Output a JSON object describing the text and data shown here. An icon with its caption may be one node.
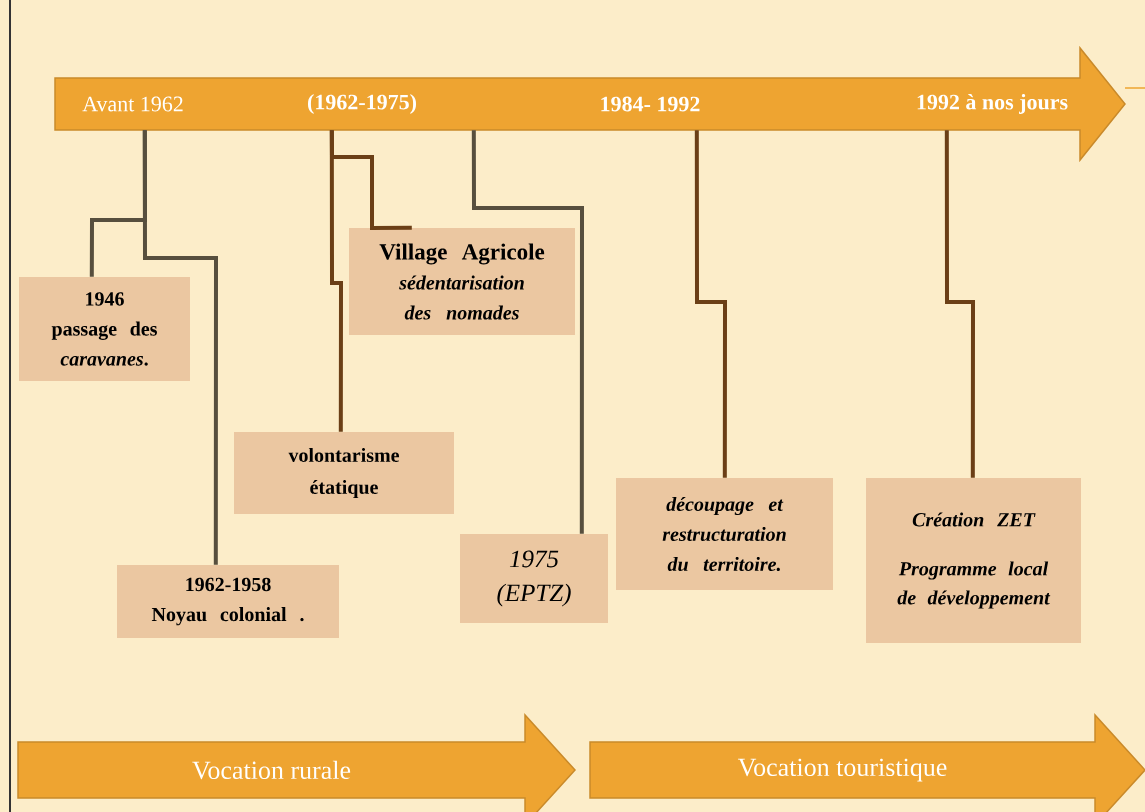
{
  "diagram": {
    "nodes": [
      {
        "text": [
          "Avant 1962",
          "(1962-1975)",
          "1984- 1992",
          "1992 à nos jours"
        ]
      },
      {
        "text": [
          "1946",
          "passage des *caravanes*."
        ]
      },
      {
        "text": [
          "1962-1958",
          "Noyau colonial ."
        ]
      },
      {
        "text": [
          "Village Agricole",
          "sédentarisation des nomades"
        ]
      },
      {
        "text": [
          "volontarisme étatique"
        ]
      },
      {
        "text": [
          "1975 (EPTZ)"
        ]
      },
      {
        "text": [
          "découpage et restructuration du territoire."
        ]
      },
      {
        "text": [
          "Création ZET",
          "Programme local de développement"
        ]
      },
      {
        "text": [
          "Vocation rurale"
        ]
      },
      {
        "text": [
          "Vocation touristique"
        ]
      }
    ],
    "edges": [
      {
        "from": 0,
        "to": 1,
        "arrow": "none",
        "color": "#574f3e"
      },
      {
        "from": 0,
        "to": 2,
        "arrow": "none",
        "color": "#574f3e"
      },
      {
        "from": 0,
        "to": 3,
        "arrow": "none"
      },
      {
        "from": 0,
        "to": 4,
        "arrow": "none"
      },
      {
        "from": 0,
        "to": 5,
        "arrow": "none",
        "color": "#574f3e"
      },
      {
        "from": 0,
        "to": 6,
        "arrow": "none"
      },
      {
        "from": 0,
        "to": 7,
        "arrow": "none"
      }
    ]
  }
}
